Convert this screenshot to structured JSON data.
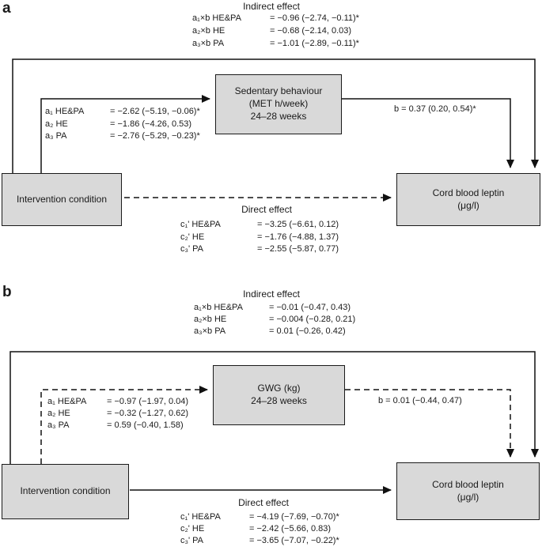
{
  "figure": {
    "colors": {
      "box_fill": "#d9d9d9",
      "box_border": "#1a1a1a",
      "line": "#111111",
      "background": "#ffffff"
    },
    "panels": [
      {
        "label": "a",
        "indirect": {
          "title": "Indirect effect",
          "rows": [
            {
              "label": "a₁×b HE&PA",
              "value": "= −0.96 (−2.74, −0.11)*"
            },
            {
              "label": "a₂×b HE",
              "value": "= −0.68 (−2.14, 0.03)"
            },
            {
              "label": "a₃×b PA",
              "value": "= −1.01 (−2.89, −0.11)*"
            }
          ]
        },
        "a_paths": {
          "rows": [
            {
              "label": "a₁ HE&PA",
              "value": "= −2.62 (−5.19, −0.06)*"
            },
            {
              "label": "a₂ HE",
              "value": "= −1.86 (−4.26, 0.53)"
            },
            {
              "label": "a₃ PA",
              "value": "= −2.76 (−5.29, −0.23)*"
            }
          ]
        },
        "b_path_label": "b = 0.37 (0.20, 0.54)*",
        "direct": {
          "title": "Direct effect",
          "rows": [
            {
              "label": "c₁' HE&PA",
              "value": "= −3.25 (−6.61, 0.12)"
            },
            {
              "label": "c₂' HE",
              "value": "= −1.76 (−4.88, 1.37)"
            },
            {
              "label": "c₃' PA",
              "value": "= −2.55 (−5.87, 0.77)"
            }
          ]
        },
        "boxes": {
          "exposure": "Intervention condition",
          "mediator": "Sedentary behaviour\n(MET h/week)\n24–28 weeks",
          "outcome": "Cord blood leptin\n(μg/l)"
        }
      },
      {
        "label": "b",
        "indirect": {
          "title": "Indirect effect",
          "rows": [
            {
              "label": "a₁×b HE&PA",
              "value": "= −0.01 (−0.47, 0.43)"
            },
            {
              "label": "a₂×b HE",
              "value": "= −0.004 (−0.28, 0.21)"
            },
            {
              "label": "a₃×b PA",
              "value": "= 0.01 (−0.26, 0.42)"
            }
          ]
        },
        "a_paths": {
          "rows": [
            {
              "label": "a₁ HE&PA",
              "value": "= −0.97 (−1.97, 0.04)"
            },
            {
              "label": "a₂ HE",
              "value": "= −0.32 (−1.27, 0.62)"
            },
            {
              "label": "a₃ PA",
              "value": "= 0.59 (−0.40, 1.58)"
            }
          ]
        },
        "b_path_label": "b = 0.01 (−0.44, 0.47)",
        "direct": {
          "title": "Direct effect",
          "rows": [
            {
              "label": "c₁' HE&PA",
              "value": "= −4.19 (−7.69, −0.70)*"
            },
            {
              "label": "c₂' HE",
              "value": "= −2.42 (−5.66, 0.83)"
            },
            {
              "label": "c₃' PA",
              "value": "= −3.65 (−7.07, −0.22)*"
            }
          ]
        },
        "boxes": {
          "exposure": "Intervention condition",
          "mediator": "GWG (kg)\n24–28 weeks",
          "outcome": "Cord blood leptin\n(μg/l)"
        }
      }
    ]
  }
}
